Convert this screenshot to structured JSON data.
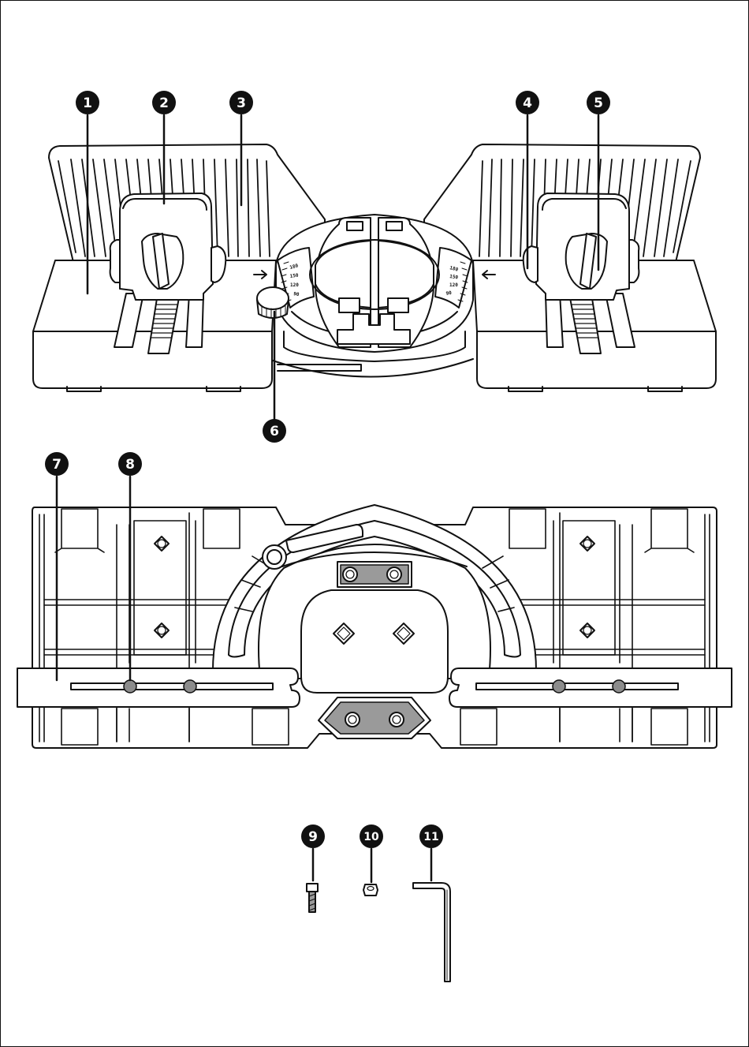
{
  "callouts": {
    "c1": "1",
    "c2": "2",
    "c3": "3",
    "c4": "4",
    "c5": "5",
    "c6": "6",
    "c7": "7",
    "c8": "8",
    "c9": "9",
    "c10": "10",
    "c11": "11"
  },
  "angle_scale_left": [
    "180",
    "150",
    "120",
    "90"
  ],
  "angle_scale_right": [
    "180",
    "150",
    "120",
    "90"
  ],
  "colors": {
    "line": "#111111",
    "badge": "#111111",
    "metal": "#9a9a9a",
    "pin": "#8c8c8c",
    "paper": "#ffffff"
  }
}
